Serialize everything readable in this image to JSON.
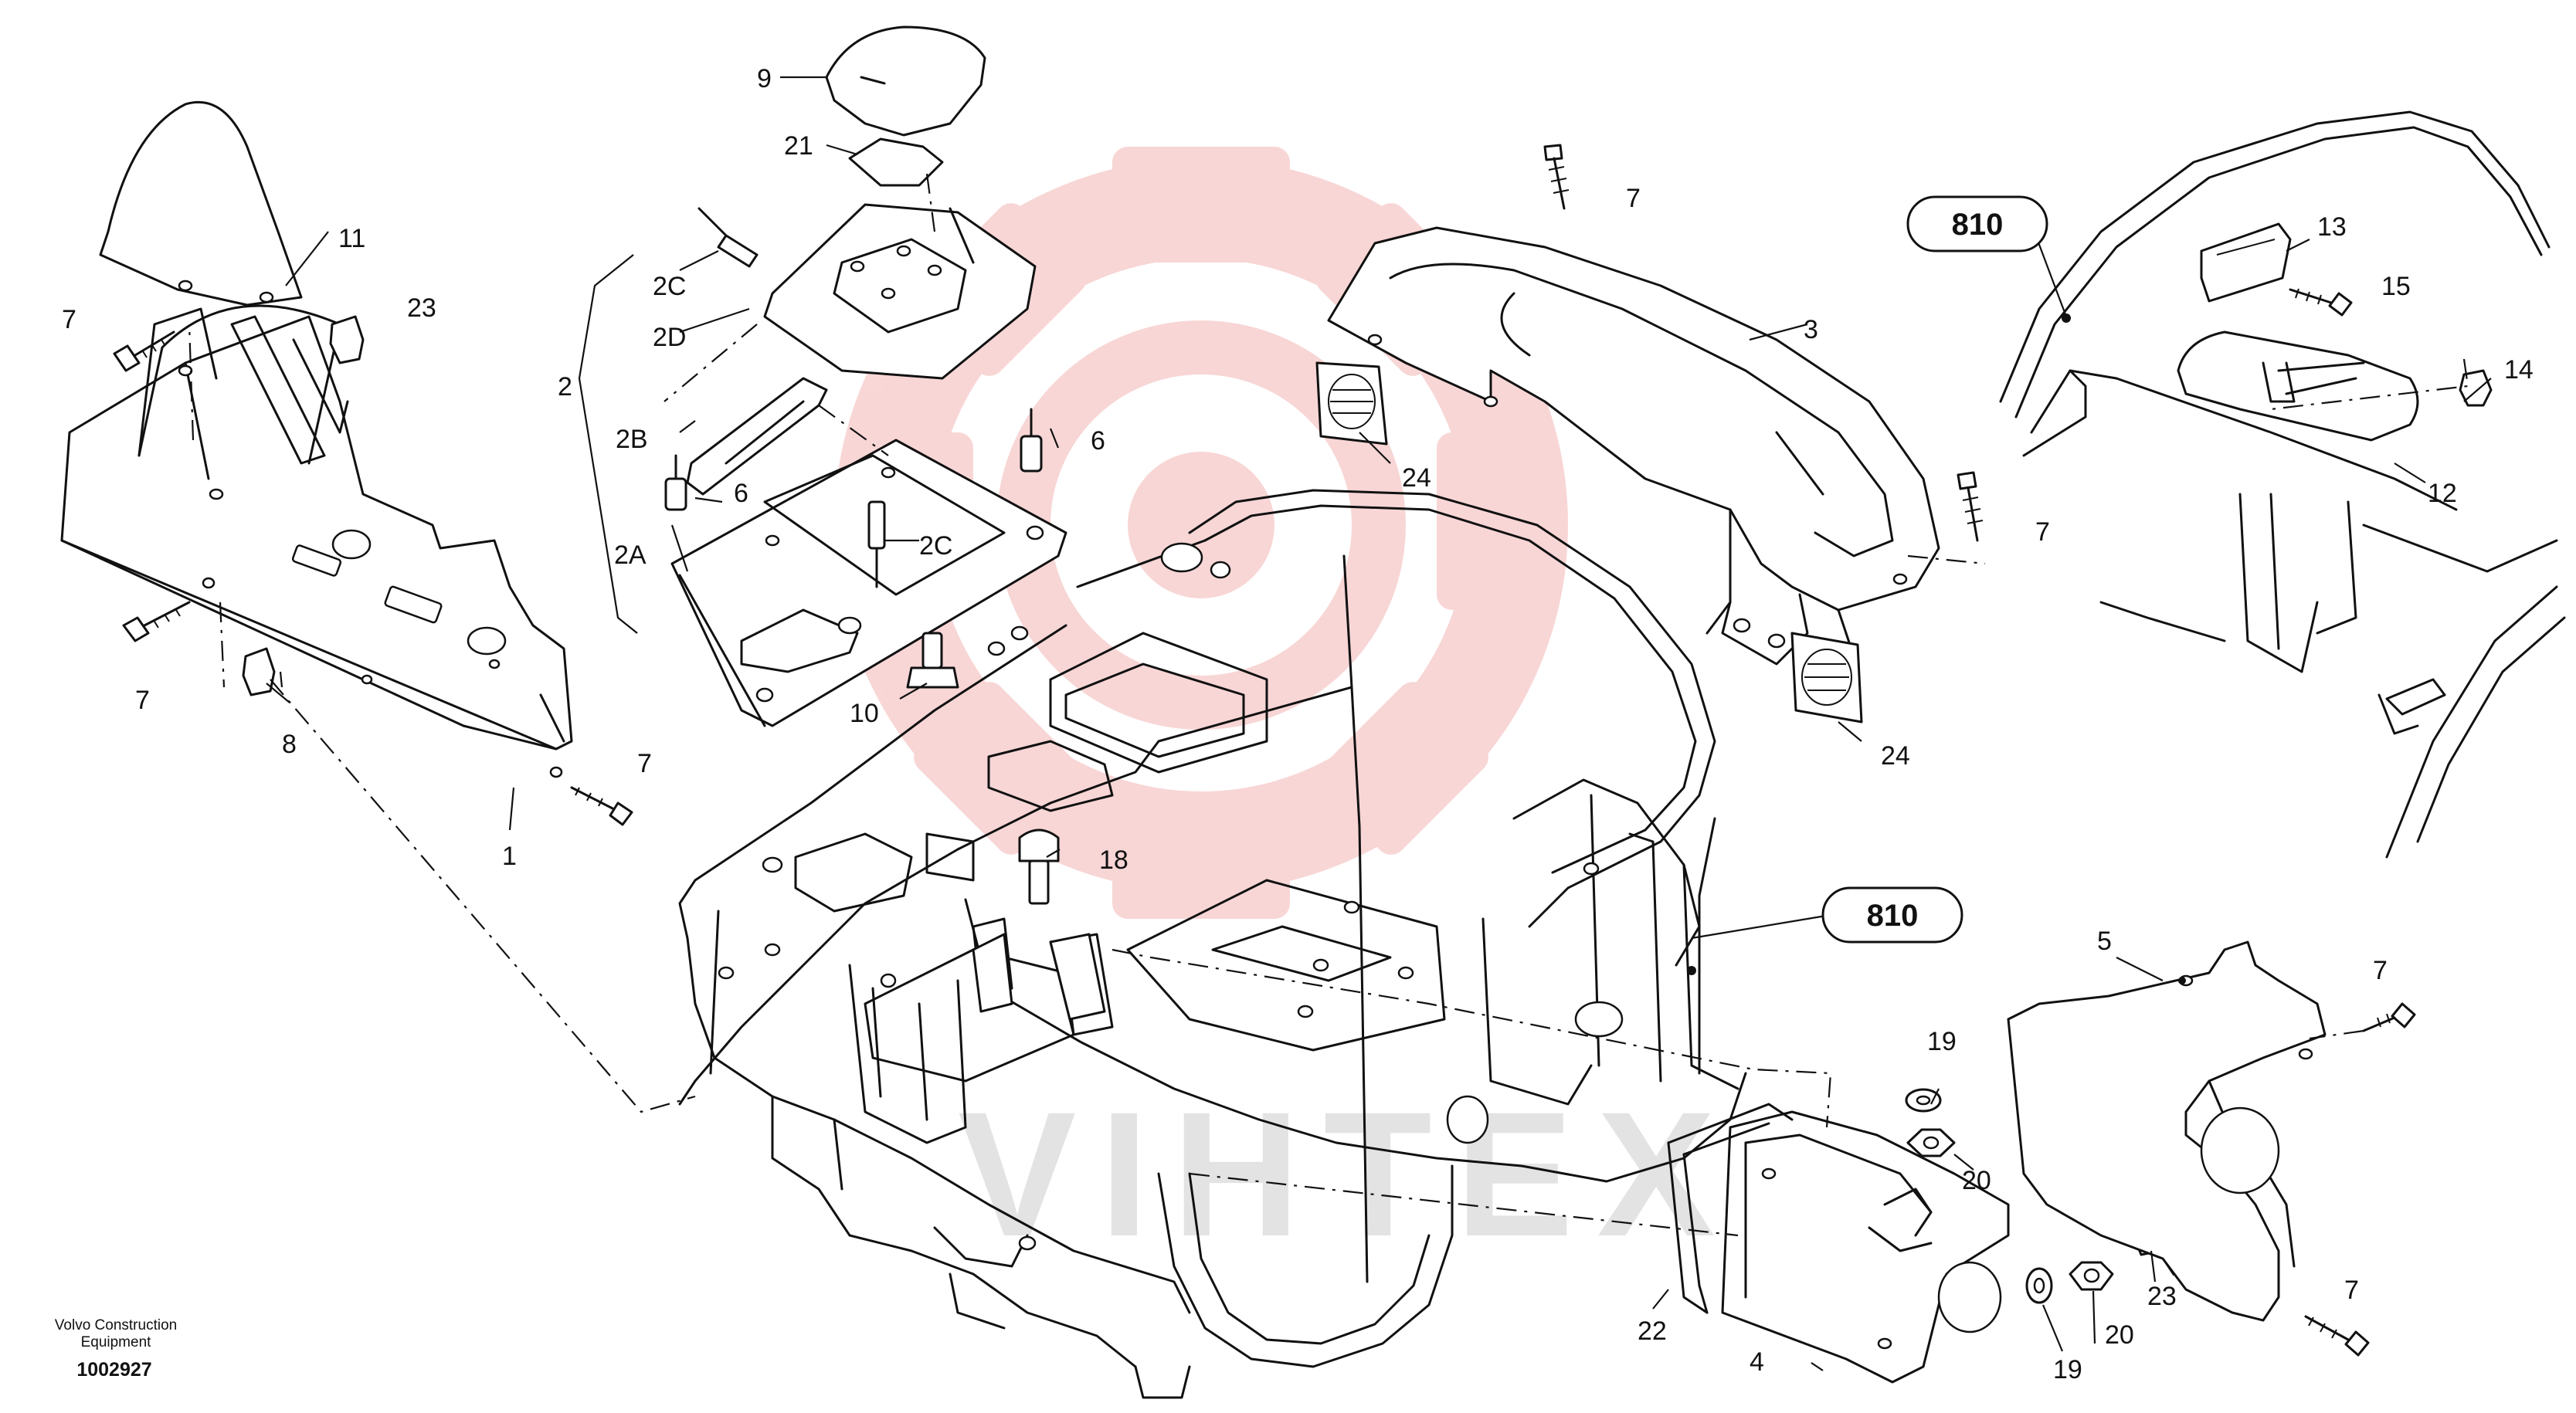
{
  "callouts": [
    {
      "id": "c-9",
      "text": "9"
    },
    {
      "id": "c-21",
      "text": "21"
    },
    {
      "id": "c-11",
      "text": "11"
    },
    {
      "id": "c-7a",
      "text": "7"
    },
    {
      "id": "c-23a",
      "text": "23"
    },
    {
      "id": "c-2C1",
      "text": "2C"
    },
    {
      "id": "c-2D",
      "text": "2D"
    },
    {
      "id": "c-2",
      "text": "2"
    },
    {
      "id": "c-2B",
      "text": "2B"
    },
    {
      "id": "c-6a",
      "text": "6"
    },
    {
      "id": "c-6b",
      "text": "6"
    },
    {
      "id": "c-2A",
      "text": "2A"
    },
    {
      "id": "c-2C2",
      "text": "2C"
    },
    {
      "id": "c-10",
      "text": "10"
    },
    {
      "id": "c-7b",
      "text": "7"
    },
    {
      "id": "c-8",
      "text": "8"
    },
    {
      "id": "c-7c",
      "text": "7"
    },
    {
      "id": "c-1",
      "text": "1"
    },
    {
      "id": "c-7d",
      "text": "7"
    },
    {
      "id": "c-3",
      "text": "3"
    },
    {
      "id": "c-24a",
      "text": "24"
    },
    {
      "id": "c-7e",
      "text": "7"
    },
    {
      "id": "c-24b",
      "text": "24"
    },
    {
      "id": "c-18",
      "text": "18"
    },
    {
      "id": "c-13",
      "text": "13"
    },
    {
      "id": "c-15",
      "text": "15"
    },
    {
      "id": "c-14",
      "text": "14"
    },
    {
      "id": "c-12",
      "text": "12"
    },
    {
      "id": "c-5",
      "text": "5"
    },
    {
      "id": "c-7f",
      "text": "7"
    },
    {
      "id": "c-19a",
      "text": "19"
    },
    {
      "id": "c-20a",
      "text": "20"
    },
    {
      "id": "c-22",
      "text": "22"
    },
    {
      "id": "c-4",
      "text": "4"
    },
    {
      "id": "c-19b",
      "text": "19"
    },
    {
      "id": "c-20b",
      "text": "20"
    },
    {
      "id": "c-23b",
      "text": "23"
    },
    {
      "id": "c-7g",
      "text": "7"
    }
  ],
  "references": [
    {
      "id": "ref-top",
      "text": "810"
    },
    {
      "id": "ref-mid",
      "text": "810"
    }
  ],
  "footer": {
    "brand_line1": "Volvo Construction",
    "brand_line2": "Equipment",
    "drawing_number": "1002927"
  },
  "watermark": {
    "text": "VIHTEX",
    "color": "#f4b6b6"
  }
}
